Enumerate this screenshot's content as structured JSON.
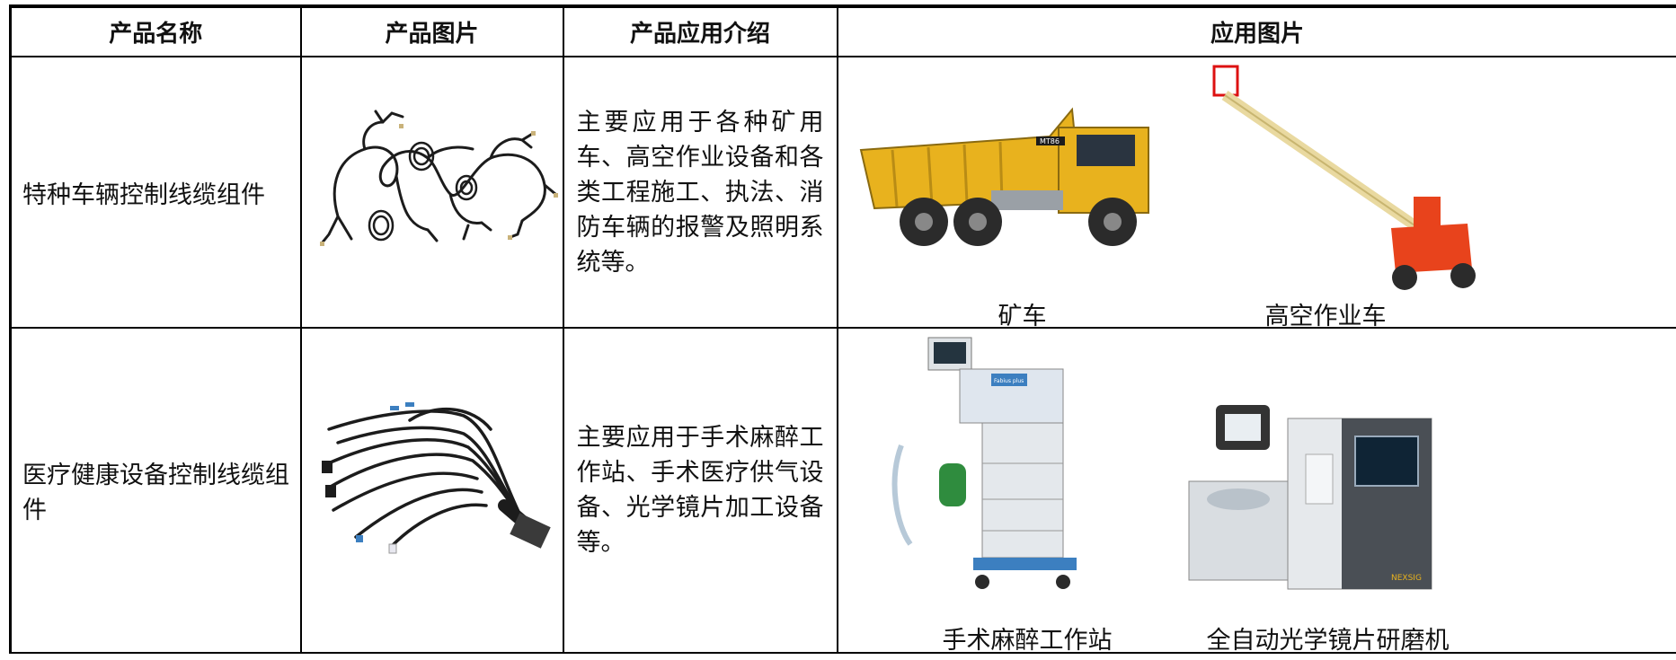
{
  "table": {
    "headers": [
      "产品名称",
      "产品图片",
      "产品应用介绍",
      "应用图片"
    ],
    "rows": [
      {
        "name": "特种车辆控制线缆组件",
        "description": "主要应用于各种矿用车、高空作业设备和各类工程施工、执法、消防车辆的报警及照明系统等。",
        "product_image": "vehicle-wire-harness",
        "app_images": [
          {
            "caption": "矿车",
            "image": "mining-truck",
            "overlay_text": "MT86"
          },
          {
            "caption": "高空作业车",
            "image": "aerial-work-platform"
          }
        ]
      },
      {
        "name": "医疗健康设备控制线缆组件",
        "description": "主要应用于手术麻醉工作站、手术医疗供气设备、光学镜片加工设备等。",
        "product_image": "medical-cable-assembly",
        "app_images": [
          {
            "caption": "手术麻醉工作站",
            "image": "anesthesia-workstation",
            "overlay_text": "Fabius plus"
          },
          {
            "caption": "全自动光学镜片研磨机",
            "image": "lens-edging-machine",
            "overlay_text": "NEXSIG"
          }
        ]
      }
    ]
  },
  "colors": {
    "truck_yellow": "#e8b21e",
    "lift_orange": "#e8431c",
    "lift_boom": "#e9d9a0",
    "cable_black": "#1c1c1c",
    "med_blue": "#3c7fc0"
  }
}
